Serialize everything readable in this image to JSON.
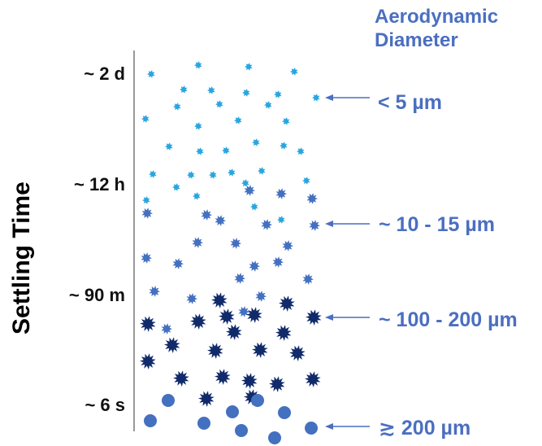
{
  "y_axis_title": "Settling Time",
  "legend_title_line1": "Aerodynamic",
  "legend_title_line2": "Diameter",
  "time_marks": [
    "~ 2 d",
    "~ 12 h",
    "~ 90 m",
    "~ 6 s"
  ],
  "size_classes": [
    {
      "label": "< 5 µm",
      "color": "#29a6e0"
    },
    {
      "label": "~ 10 - 15 µm",
      "color": "#4470c0"
    },
    {
      "label": "~ 100 - 200 µm",
      "color": "#102a6a"
    },
    {
      "label": "≳ 200 µm",
      "color": "#4470c0"
    }
  ],
  "colors": {
    "axis": "#999999",
    "arrow": "#4b6fc0",
    "text_blue": "#4b6fc0"
  }
}
